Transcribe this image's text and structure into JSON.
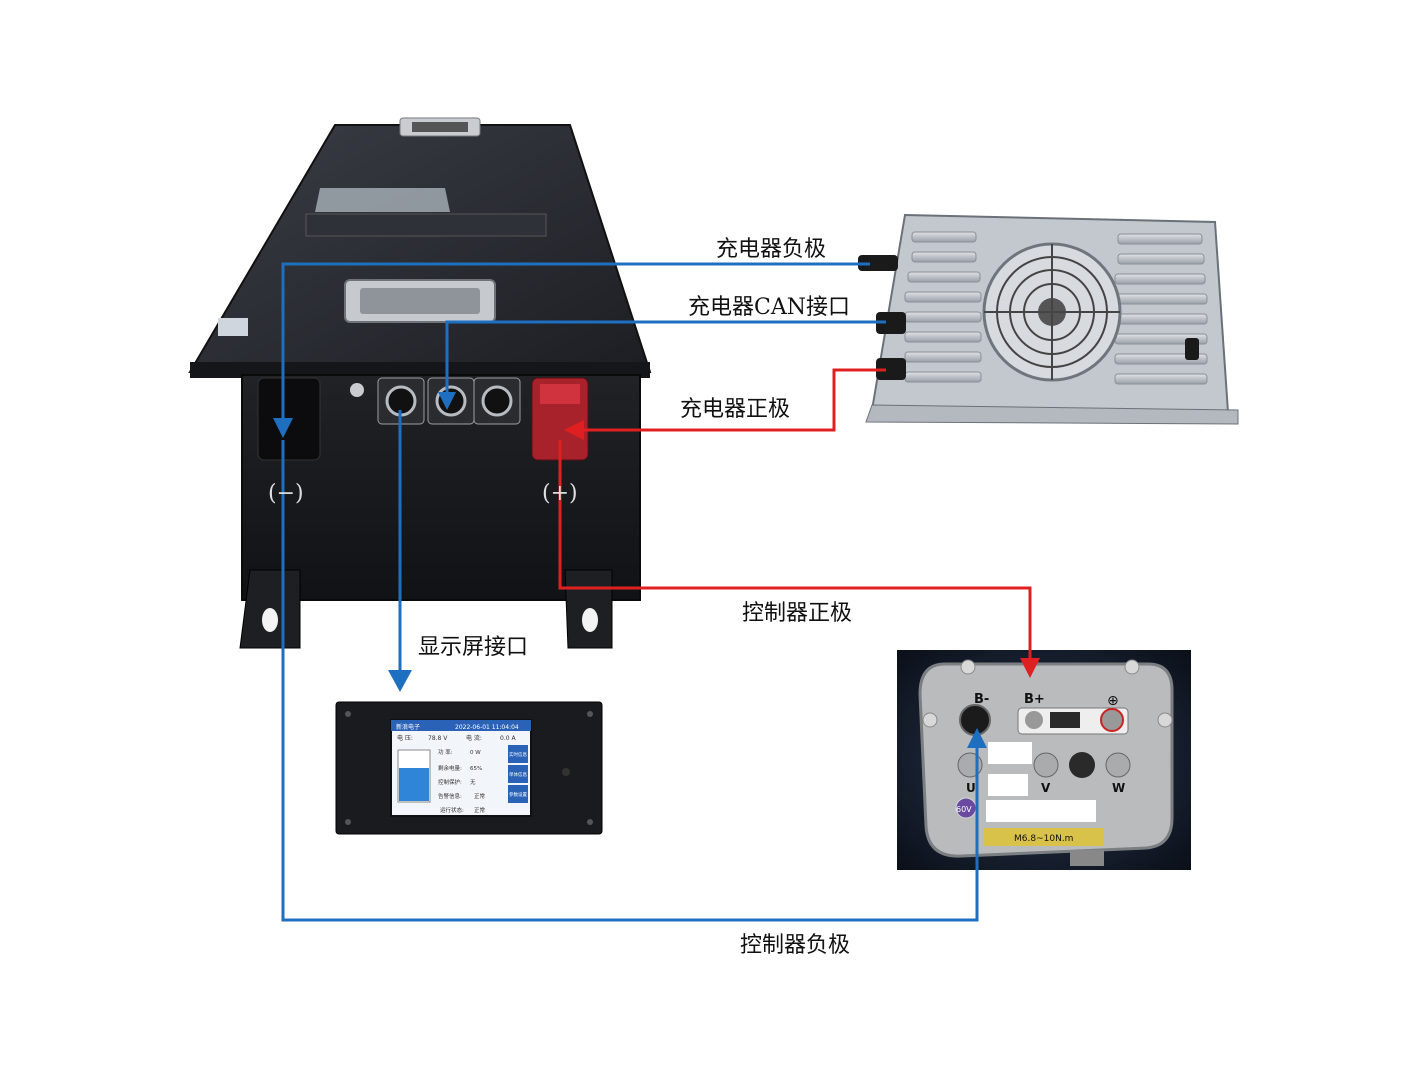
{
  "labels": {
    "charger_negative": "充电器负极",
    "charger_can": "充电器CAN接口",
    "charger_positive": "充电器正极",
    "battery_negative_mark": "(−)",
    "battery_positive_mark": "(+)",
    "display_port": "显示屏接口",
    "controller_positive": "控制器正极",
    "controller_negative": "控制器负极"
  },
  "display_screen": {
    "brand": "新浪电子",
    "datetime": "2022-06-01  11:04:04",
    "voltage_label": "电  压:",
    "voltage_value": "78.8 V",
    "current_label": "电  流:",
    "current_value": "0.0 A",
    "power_label": "功    率:",
    "power_value": "0 W",
    "soc_label": "剩余电量:",
    "soc_value": "65%",
    "soc_fraction": 0.65,
    "protect_label": "控制保护:",
    "protect_value": "无",
    "alarm_label": "告警信息:",
    "alarm_value": "正常",
    "run_label": "运行状态:",
    "run_value": "正常",
    "btn1": "实时信息",
    "btn2": "单体信息",
    "btn3": "参数设置"
  },
  "controller": {
    "terminal_bminus": "B-",
    "terminal_bplus": "B+",
    "terminal_plus": "⊕",
    "terminal_u": "U",
    "terminal_v": "V",
    "terminal_w": "W",
    "badge": "60V",
    "torque_note": "M6.8~10N.m"
  },
  "colors": {
    "blue_wire": "#1f6fc0",
    "red_wire": "#e02020",
    "battery_body": "#24262c"
  }
}
